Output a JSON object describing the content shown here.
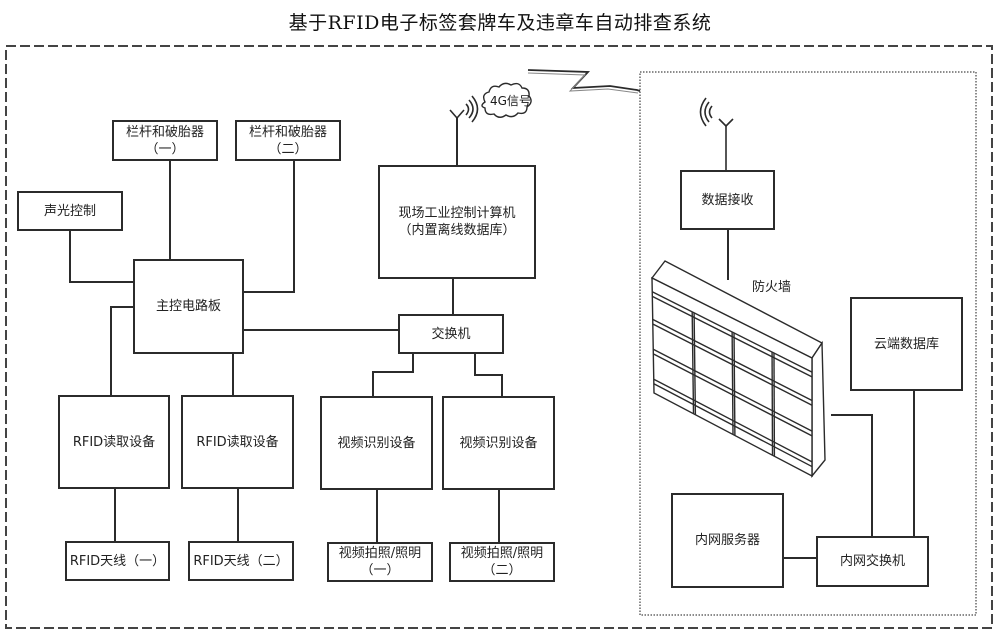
{
  "title": "基于RFID电子标签套牌车及违章车自动排查系统",
  "site": {
    "barrier_1": "栏杆和破胎器\n（一）",
    "barrier_2": "栏杆和破胎器\n（二）",
    "sound_light": "声光控制",
    "main_board": "主控电路板",
    "rfid_reader_1": "RFID读取设备",
    "rfid_reader_2": "RFID读取设备",
    "rfid_antenna_1": "RFID天线（一）",
    "rfid_antenna_2": "RFID天线（二）",
    "ipc": "现场工业控制计算机\n（内置离线数据库）",
    "switch": "交换机",
    "video_rec_1": "视频识别设备",
    "video_rec_2": "视频识别设备",
    "video_cam_1": "视频拍照/照明\n（一）",
    "video_cam_2": "视频拍照/照明\n（二）",
    "signal_cloud": "4G信号"
  },
  "center": {
    "data_receive": "数据接收",
    "firewall": "防火墙",
    "cloud_db": "云端数据库",
    "intranet_server": "内网服务器",
    "intranet_switch": "内网交换机"
  },
  "colors": {
    "line": "#2b2b2b",
    "border": "#444444",
    "background": "#ffffff"
  }
}
